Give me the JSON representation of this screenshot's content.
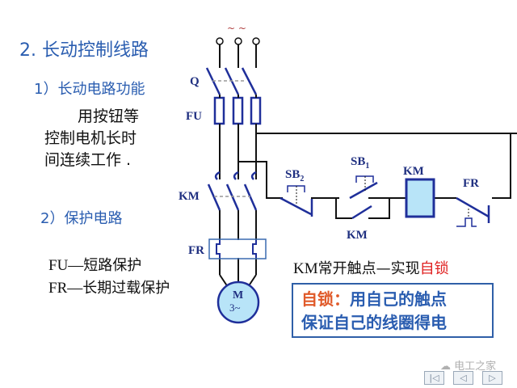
{
  "heading": {
    "title": "2. 长动控制线路",
    "sub1": "1）长动电路功能",
    "desc_lines": [
      "用按钮等",
      "控制电机长时",
      "间连续工作 ."
    ],
    "sub2": "2）保护电路"
  },
  "protection": {
    "fu_label": "FU—",
    "fu_text": "短路保护",
    "fr_label": "FR—",
    "fr_text": "长期过载保护"
  },
  "diagram": {
    "ac_symbols": "~ ~",
    "labels": {
      "q": "Q",
      "fu": "FU",
      "km_main": "KM",
      "fr_main": "FR",
      "motor_m": "M",
      "motor_phase": "3~",
      "sb2": "SB",
      "sb2_sub": "2",
      "sb1": "SB",
      "sb1_sub": "1",
      "km_coil": "KM",
      "fr_contact": "FR",
      "km_aux": "KM"
    },
    "colors": {
      "wire": "#111111",
      "component": "#1f2f9a",
      "coil_fill": "#b8e4f8"
    }
  },
  "note": {
    "prefix": "KM",
    "middle": "常开触点—实现",
    "highlight": "自锁",
    "box_line1_red": "自锁：",
    "box_line1_blue": "用自己的触点",
    "box_line2": "保证自己的线圈得电"
  },
  "watermark": "电工之家",
  "nav": {
    "first": "|◁",
    "prev": "◁",
    "next": "▷"
  }
}
